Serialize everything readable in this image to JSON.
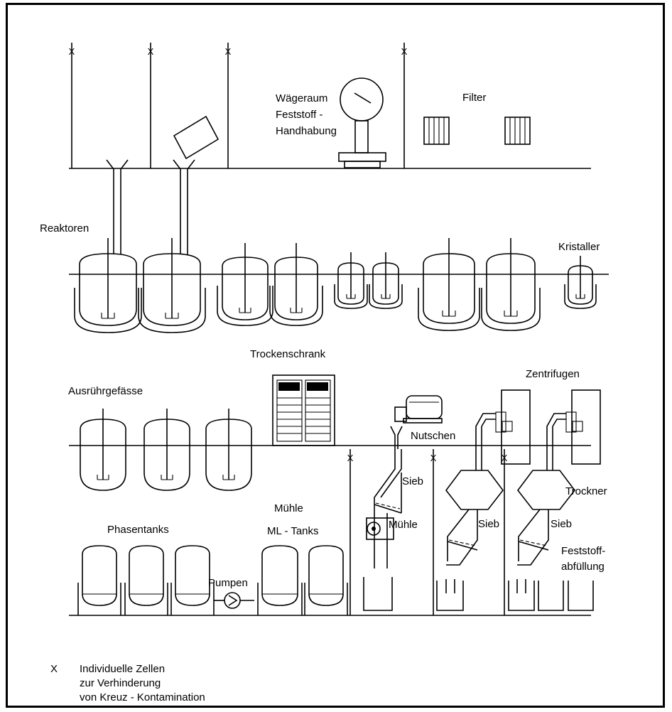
{
  "labels": {
    "waegeraum_line1": "Wägeraum",
    "waegeraum_line2": "Feststoff -",
    "waegeraum_line3": "Handhabung",
    "filter": "Filter",
    "reaktoren": "Reaktoren",
    "kristaller": "Kristaller",
    "trockenschrank": "Trockenschrank",
    "zentrifugen": "Zentrifugen",
    "ausruehrgefaesse": "Ausrührgefässe",
    "nutschen": "Nutschen",
    "sieb_1": "Sieb",
    "sieb_2": "Sieb",
    "sieb_3": "Sieb",
    "trockner": "Trockner",
    "muehle_top": "Mühle",
    "muehle_right": "Mühle",
    "ml_tanks": "ML - Tanks",
    "phasentanks": "Phasentanks",
    "pumpen": "Pumpen",
    "feststoff_line1": "Feststoff-",
    "feststoff_line2": "abfüllung"
  },
  "cell_marker": "X",
  "legend": {
    "symbol": "X",
    "line1": "Individuelle Zellen",
    "line2": "zur Verhinderung",
    "line3": "von Kreuz - Kontamination"
  },
  "colors": {
    "line": "#000000",
    "background": "#ffffff"
  }
}
